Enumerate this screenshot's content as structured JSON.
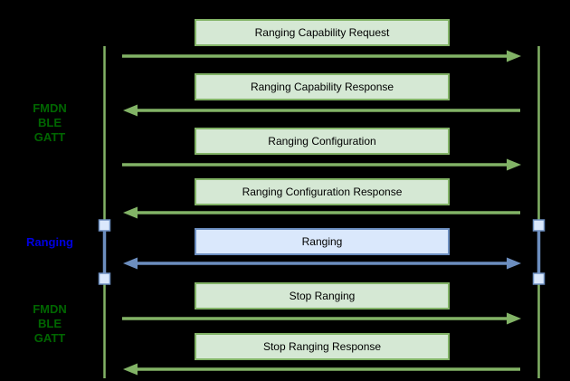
{
  "diagram": {
    "type": "sequence-diagram",
    "background": "#000000",
    "left_labels": [
      {
        "name": "fmdn-ble-gatt-top",
        "lines": [
          "FMDN",
          "BLE",
          "GATT"
        ],
        "color": "#006600"
      },
      {
        "name": "ranging-phase",
        "lines": [
          "Ranging"
        ],
        "color": "#0000e0"
      },
      {
        "name": "fmdn-ble-gatt-bottom",
        "lines": [
          "FMDN",
          "BLE",
          "GATT"
        ],
        "color": "#006600"
      }
    ],
    "messages": [
      {
        "label": "Ranging Capability Request",
        "direction": "right",
        "theme": "green"
      },
      {
        "label": "Ranging Capability Response",
        "direction": "left",
        "theme": "green"
      },
      {
        "label": "Ranging Configuration",
        "direction": "right",
        "theme": "green"
      },
      {
        "label": "Ranging Configuration Response",
        "direction": "left",
        "theme": "green"
      },
      {
        "label": "Ranging",
        "direction": "both",
        "theme": "blue"
      },
      {
        "label": "Stop Ranging",
        "direction": "right",
        "theme": "green"
      },
      {
        "label": "Stop Ranging Response",
        "direction": "left",
        "theme": "green"
      }
    ],
    "colors": {
      "green_box_fill": "#d5e8d4",
      "green_stroke": "#82b366",
      "blue_box_fill": "#dae8fc",
      "blue_stroke": "#6c8ebf",
      "label_green": "#006600",
      "label_blue": "#0000e0",
      "box_text": "#000000",
      "background": "#000000"
    }
  }
}
